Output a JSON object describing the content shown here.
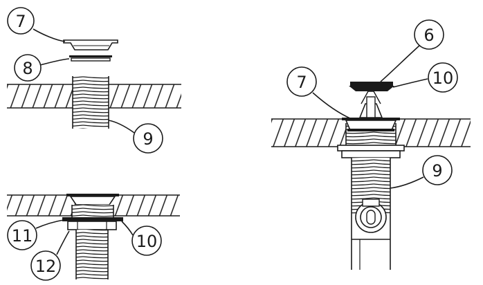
{
  "diagram": {
    "stroke_color": "#1a1a1a",
    "background": "#ffffff",
    "callouts": {
      "top_left_flange": "7",
      "top_left_washer": "8",
      "top_left_body": "9",
      "bottom_left_washer_a": "11",
      "bottom_left_nut": "12",
      "bottom_left_washer_b": "10",
      "right_cap": "6",
      "right_flange": "7",
      "right_seal": "10",
      "right_body": "9"
    }
  }
}
